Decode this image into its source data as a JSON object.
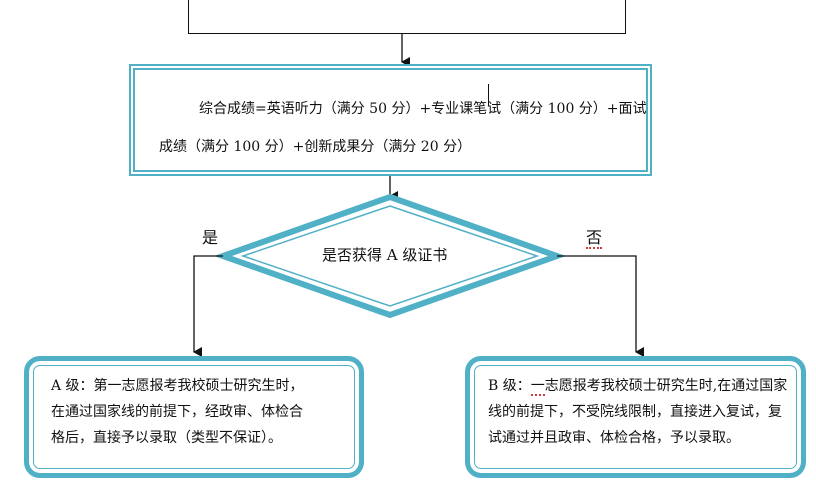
{
  "top_box": {
    "text": ""
  },
  "formula": {
    "line1": "综合成绩=英语听力（满分 50 分）+专业课笔试（满分 100 分）+面试",
    "line2": "成绩（满分 100 分）+创新成果分（满分 20 分）"
  },
  "decision": {
    "question": "是否获得 A 级证书",
    "yes_label": "是",
    "no_label": "否"
  },
  "outcome_a": {
    "lines": [
      "A 级：第一志愿报考我校硕士研究生时，",
      "在通过国家线的前提下，经政审、体检合",
      "格后，直接予以录取（类型不保证）。"
    ]
  },
  "outcome_b": {
    "prefix": "B 级：",
    "squiggle_word": "一",
    "line1_rest": "志愿报考我校硕士研究生时,在通过国家",
    "lines": [
      "线的前提下，不受院线限制，直接进入复试，复",
      "试通过并且政审、体检合格，予以录取。"
    ]
  },
  "colors": {
    "accent": "#4fb0c6",
    "line": "#111111",
    "spellcheck": "#d23b3b"
  }
}
